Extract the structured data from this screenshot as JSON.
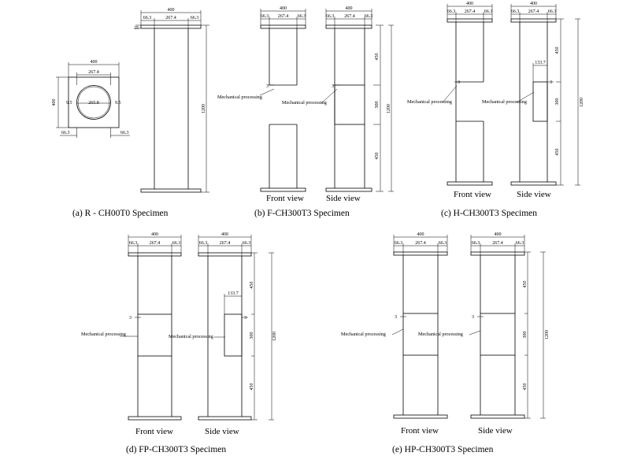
{
  "dims": {
    "w400": "400",
    "w267": "267.4",
    "w66": "66.3",
    "w25": "25",
    "h450": "450",
    "h300": "300",
    "h1200": "1200",
    "d265": "265.8",
    "t95": "9.5",
    "g3": "3",
    "s133": "133.7"
  },
  "labels": {
    "mech": "Mechanical processing",
    "front": "Front view",
    "side": "Side view"
  },
  "captions": {
    "a": "(a)  R  -  CH00T0  Specimen",
    "b": "(b)  F-CH300T3  Specimen",
    "c": "(c)  H-CH300T3  Specimen",
    "d": "(d)  FP-CH300T3  Specimen",
    "e": "(e)  HP-CH300T3  Specimen"
  }
}
